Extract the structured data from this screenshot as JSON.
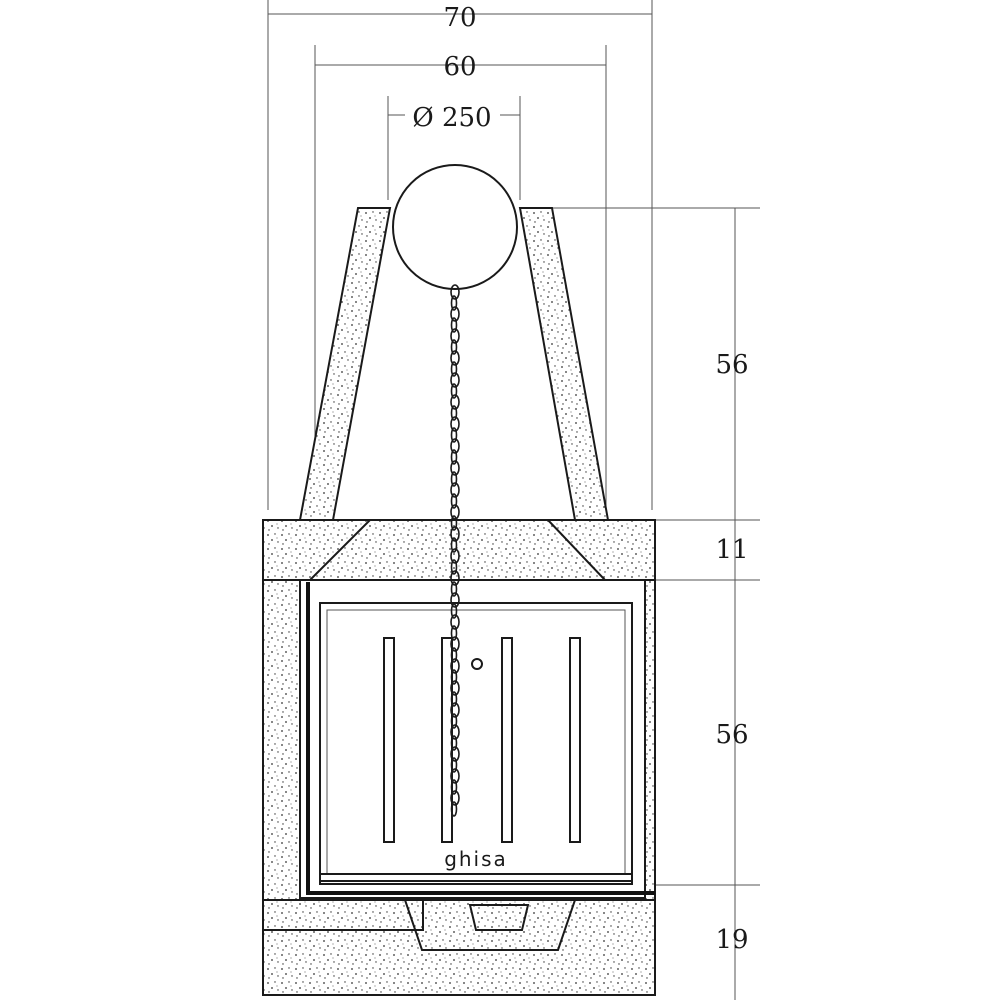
{
  "dimensions": {
    "overall_width": "70",
    "body_width": "60",
    "flue_diameter": "Ø 250",
    "hood_height": "56",
    "lintel_height": "11",
    "firebox_height": "56",
    "base_height": "19"
  },
  "firebox": {
    "material_label": "ghisa"
  },
  "colors": {
    "ink": "#1a1a1a",
    "background": "#ffffff"
  }
}
